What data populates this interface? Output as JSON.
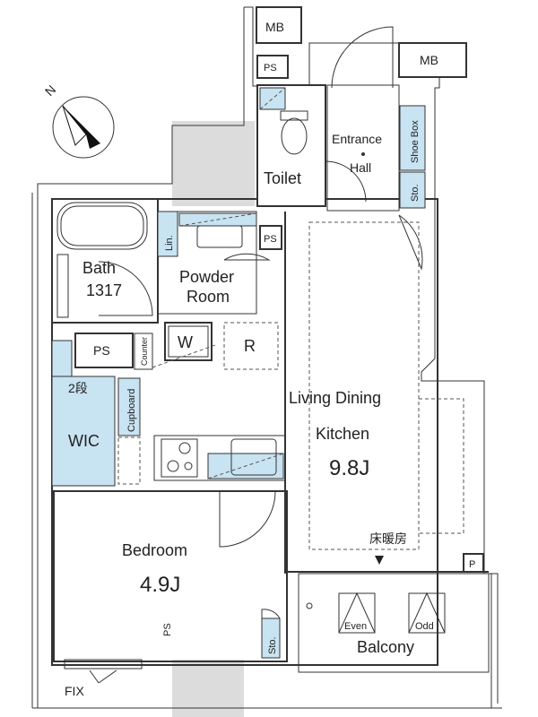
{
  "rooms": {
    "mb_top": "MB",
    "mb_right": "MB",
    "ps_top": "PS",
    "entrance": "Entrance",
    "hall": "Hall",
    "shoe_box": "Shoe Box",
    "sto_entrance": "Sto.",
    "toilet": "Toilet",
    "linen": "Lin.",
    "ps_mid": "PS",
    "bath": "Bath",
    "bath_size": "1317",
    "powder": "Powder",
    "powder_room": "Room",
    "ps_left": "PS",
    "counter": "Counter",
    "washer": "W",
    "fridge": "R",
    "shelf_2": "2段",
    "cupboard": "Cupboard",
    "wic": "WIC",
    "ldk": "Living Dining",
    "ldk_kitchen": "Kitchen",
    "ldk_size": "9.8J",
    "floor_heating": "床暖房",
    "p_mark": "P",
    "bedroom": "Bedroom",
    "bedroom_size": "4.9J",
    "ps_bottom": "PS",
    "sto_bottom": "Sto.",
    "balcony": "Balcony",
    "even": "Even",
    "odd": "Odd",
    "fix": "FIX"
  },
  "compass": {
    "north": "N"
  },
  "colors": {
    "fixture": "#c8e3f2",
    "shade": "#dcdcdc",
    "line": "#333333"
  }
}
